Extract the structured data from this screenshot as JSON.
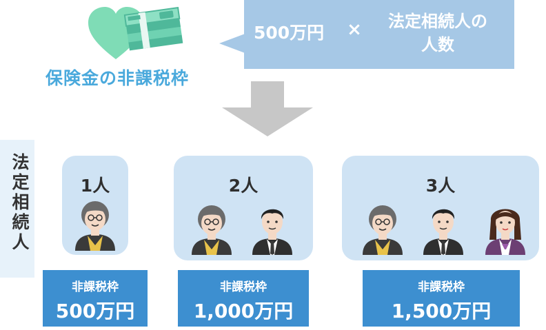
{
  "header": {
    "title": "保険金の非課税枠"
  },
  "formula": {
    "amount": "500万円",
    "operator": "×",
    "heirs_line1": "法定相続人の",
    "heirs_line2": "人数"
  },
  "side_label": "法定相続人",
  "groups": [
    {
      "count_label": "1人",
      "result_label": "非課税枠",
      "result_amount": "500万円",
      "people": [
        "elderly-woman-icon"
      ]
    },
    {
      "count_label": "2人",
      "result_label": "非課税枠",
      "result_amount": "1,000万円",
      "people": [
        "elderly-woman-icon",
        "man-in-suit-icon"
      ]
    },
    {
      "count_label": "3人",
      "result_label": "非課税枠",
      "result_amount": "1,500万円",
      "people": [
        "elderly-woman-icon",
        "man-in-suit-icon",
        "young-woman-icon"
      ]
    }
  ],
  "colors": {
    "title": "#4aa9dc",
    "bubble": "#a6c8e6",
    "panel": "#cfe3f4",
    "result": "#3d8fd0",
    "arrow": "#c7c7c7",
    "heart": "#7fdcb6",
    "money": "#5ec7a8"
  }
}
